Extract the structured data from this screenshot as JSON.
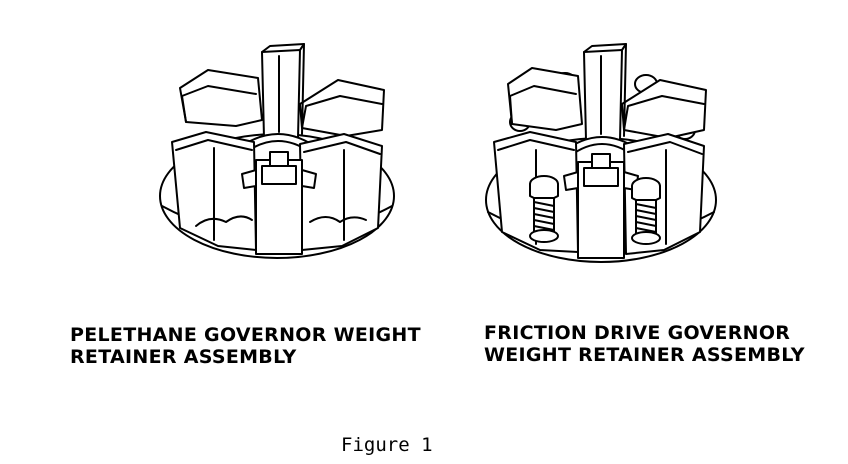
{
  "captions": {
    "left": {
      "line1": "PELETHANE GOVERNOR WEIGHT",
      "line2": "RETAINER ASSEMBLY"
    },
    "right": {
      "line1": "FRICTION DRIVE GOVERNOR",
      "line2": "WEIGHT RETAINER ASSEMBLY"
    }
  },
  "figure_label": "Figure 1"
}
